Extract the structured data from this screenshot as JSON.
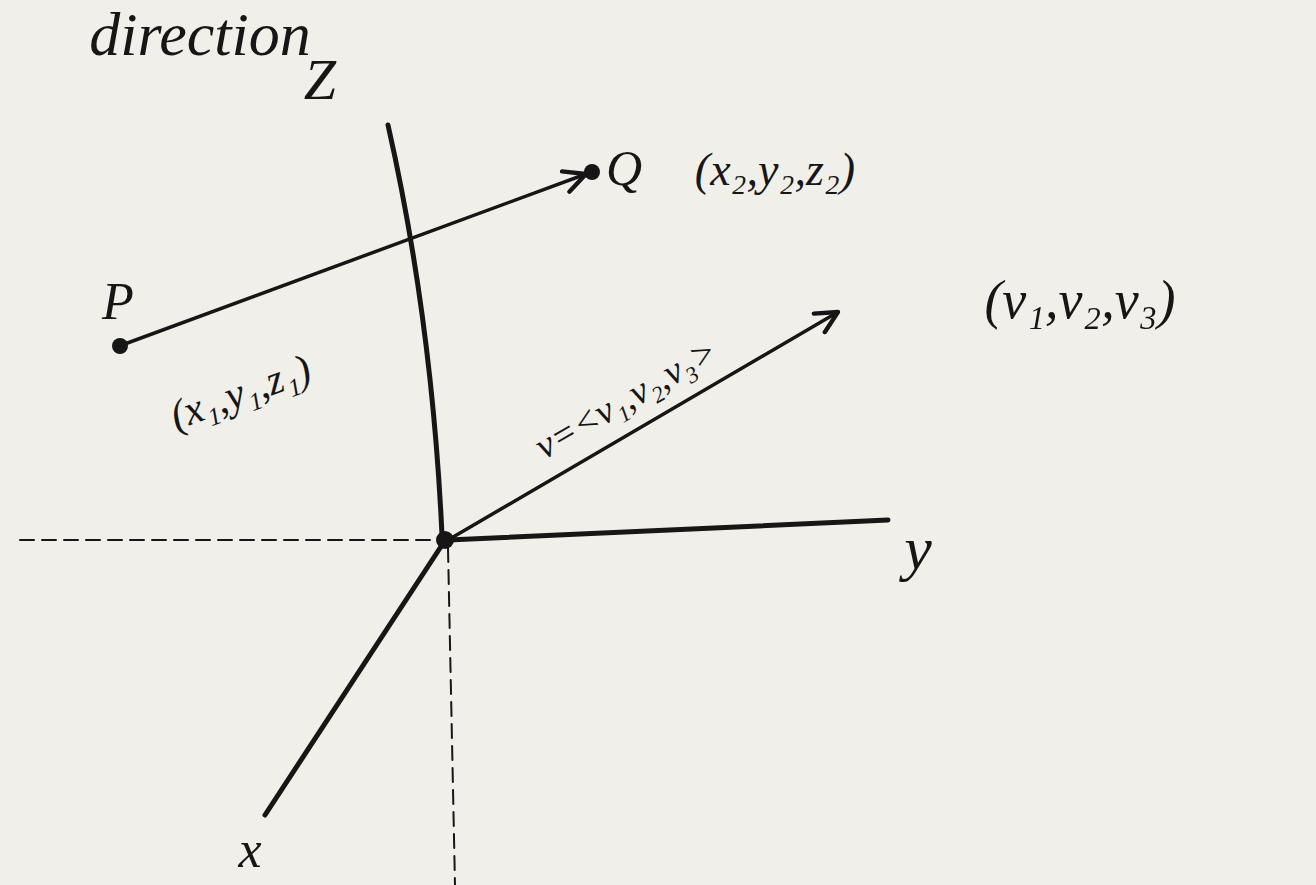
{
  "diagram": {
    "labels": [
      "direction",
      "Q",
      "(x₂,y₂,z₂)",
      "Z",
      "P",
      "(x₁,y₁,z₁)",
      "(v₁,v₂,v₃)",
      "v=<v₁,v₂,v₃>",
      "y",
      "x"
    ]
  }
}
